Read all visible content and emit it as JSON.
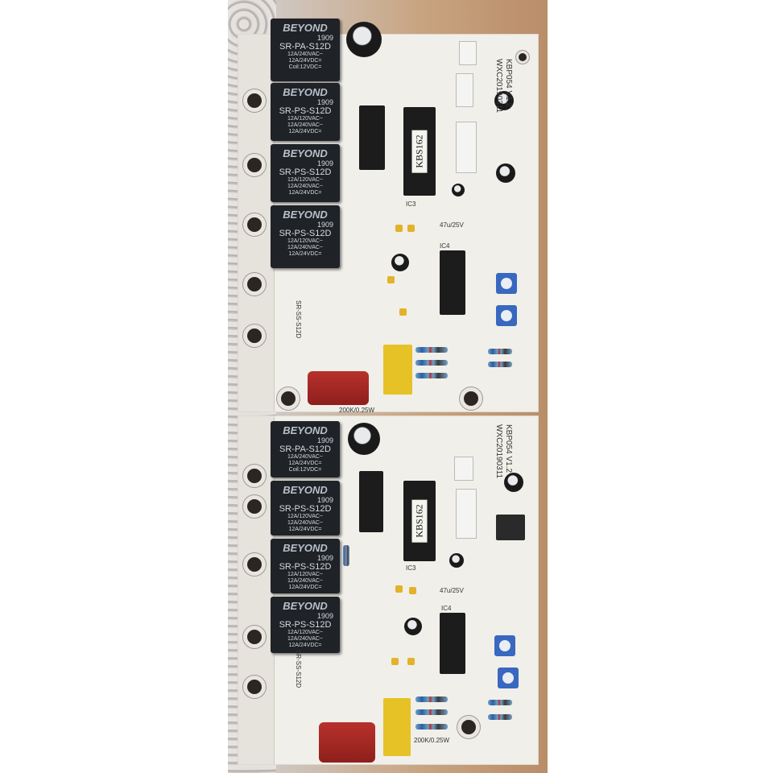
{
  "boards": [
    {
      "model": "KBP054 V1.2",
      "date_code": "WXC20190311",
      "main_chip": "KBS162",
      "relays": [
        {
          "brand": "BEYOND",
          "year": "1909",
          "model": "SR-PA-S12D",
          "spec": [
            "12A/240VAC~",
            "12A/24VDC=",
            "Coil:12VDC="
          ]
        },
        {
          "brand": "BEYOND",
          "year": "1909",
          "model": "SR-PS-S12D",
          "spec": [
            "12A/120VAC~",
            "12A/240VAC~",
            "12A/24VDC="
          ]
        },
        {
          "brand": "BEYOND",
          "year": "1909",
          "model": "SR-PS-S12D",
          "spec": [
            "12A/120VAC~",
            "12A/240VAC~",
            "12A/24VDC="
          ]
        },
        {
          "brand": "BEYOND",
          "year": "1909",
          "model": "SR-PS-S12D",
          "spec": [
            "12A/120VAC~",
            "12A/240VAC~",
            "12A/24VDC="
          ]
        }
      ],
      "silk": {
        "ic3": "IC3",
        "ic4": "IC4",
        "cap_rating": "47u/25V",
        "res_label": "200K/0.25W",
        "small_relay": "SR-SS-S12D"
      }
    },
    {
      "model": "KBP054 V1.2",
      "date_code": "WXC20190311",
      "main_chip": "KBS162",
      "relays": [
        {
          "brand": "BEYOND",
          "year": "1909",
          "model": "SR-PA-S12D",
          "spec": [
            "12A/240VAC~",
            "12A/24VDC=",
            "Coil:12VDC="
          ]
        },
        {
          "brand": "BEYOND",
          "year": "1909",
          "model": "SR-PS-S12D",
          "spec": [
            "12A/120VAC~",
            "12A/240VAC~",
            "12A/24VDC="
          ]
        },
        {
          "brand": "BEYOND",
          "year": "1909",
          "model": "SR-PS-S12D",
          "spec": [
            "12A/120VAC~",
            "12A/240VAC~",
            "12A/24VDC="
          ]
        },
        {
          "brand": "BEYOND",
          "year": "1909",
          "model": "SR-PS-S12D",
          "spec": [
            "12A/120VAC~",
            "12A/240VAC~",
            "12A/24VDC="
          ]
        }
      ],
      "silk": {
        "ic3": "IC3",
        "ic4": "IC4",
        "cap_rating": "47u/25V",
        "res_label": "200K/0.25W",
        "small_relay": "SR-SS-S12D"
      }
    }
  ]
}
